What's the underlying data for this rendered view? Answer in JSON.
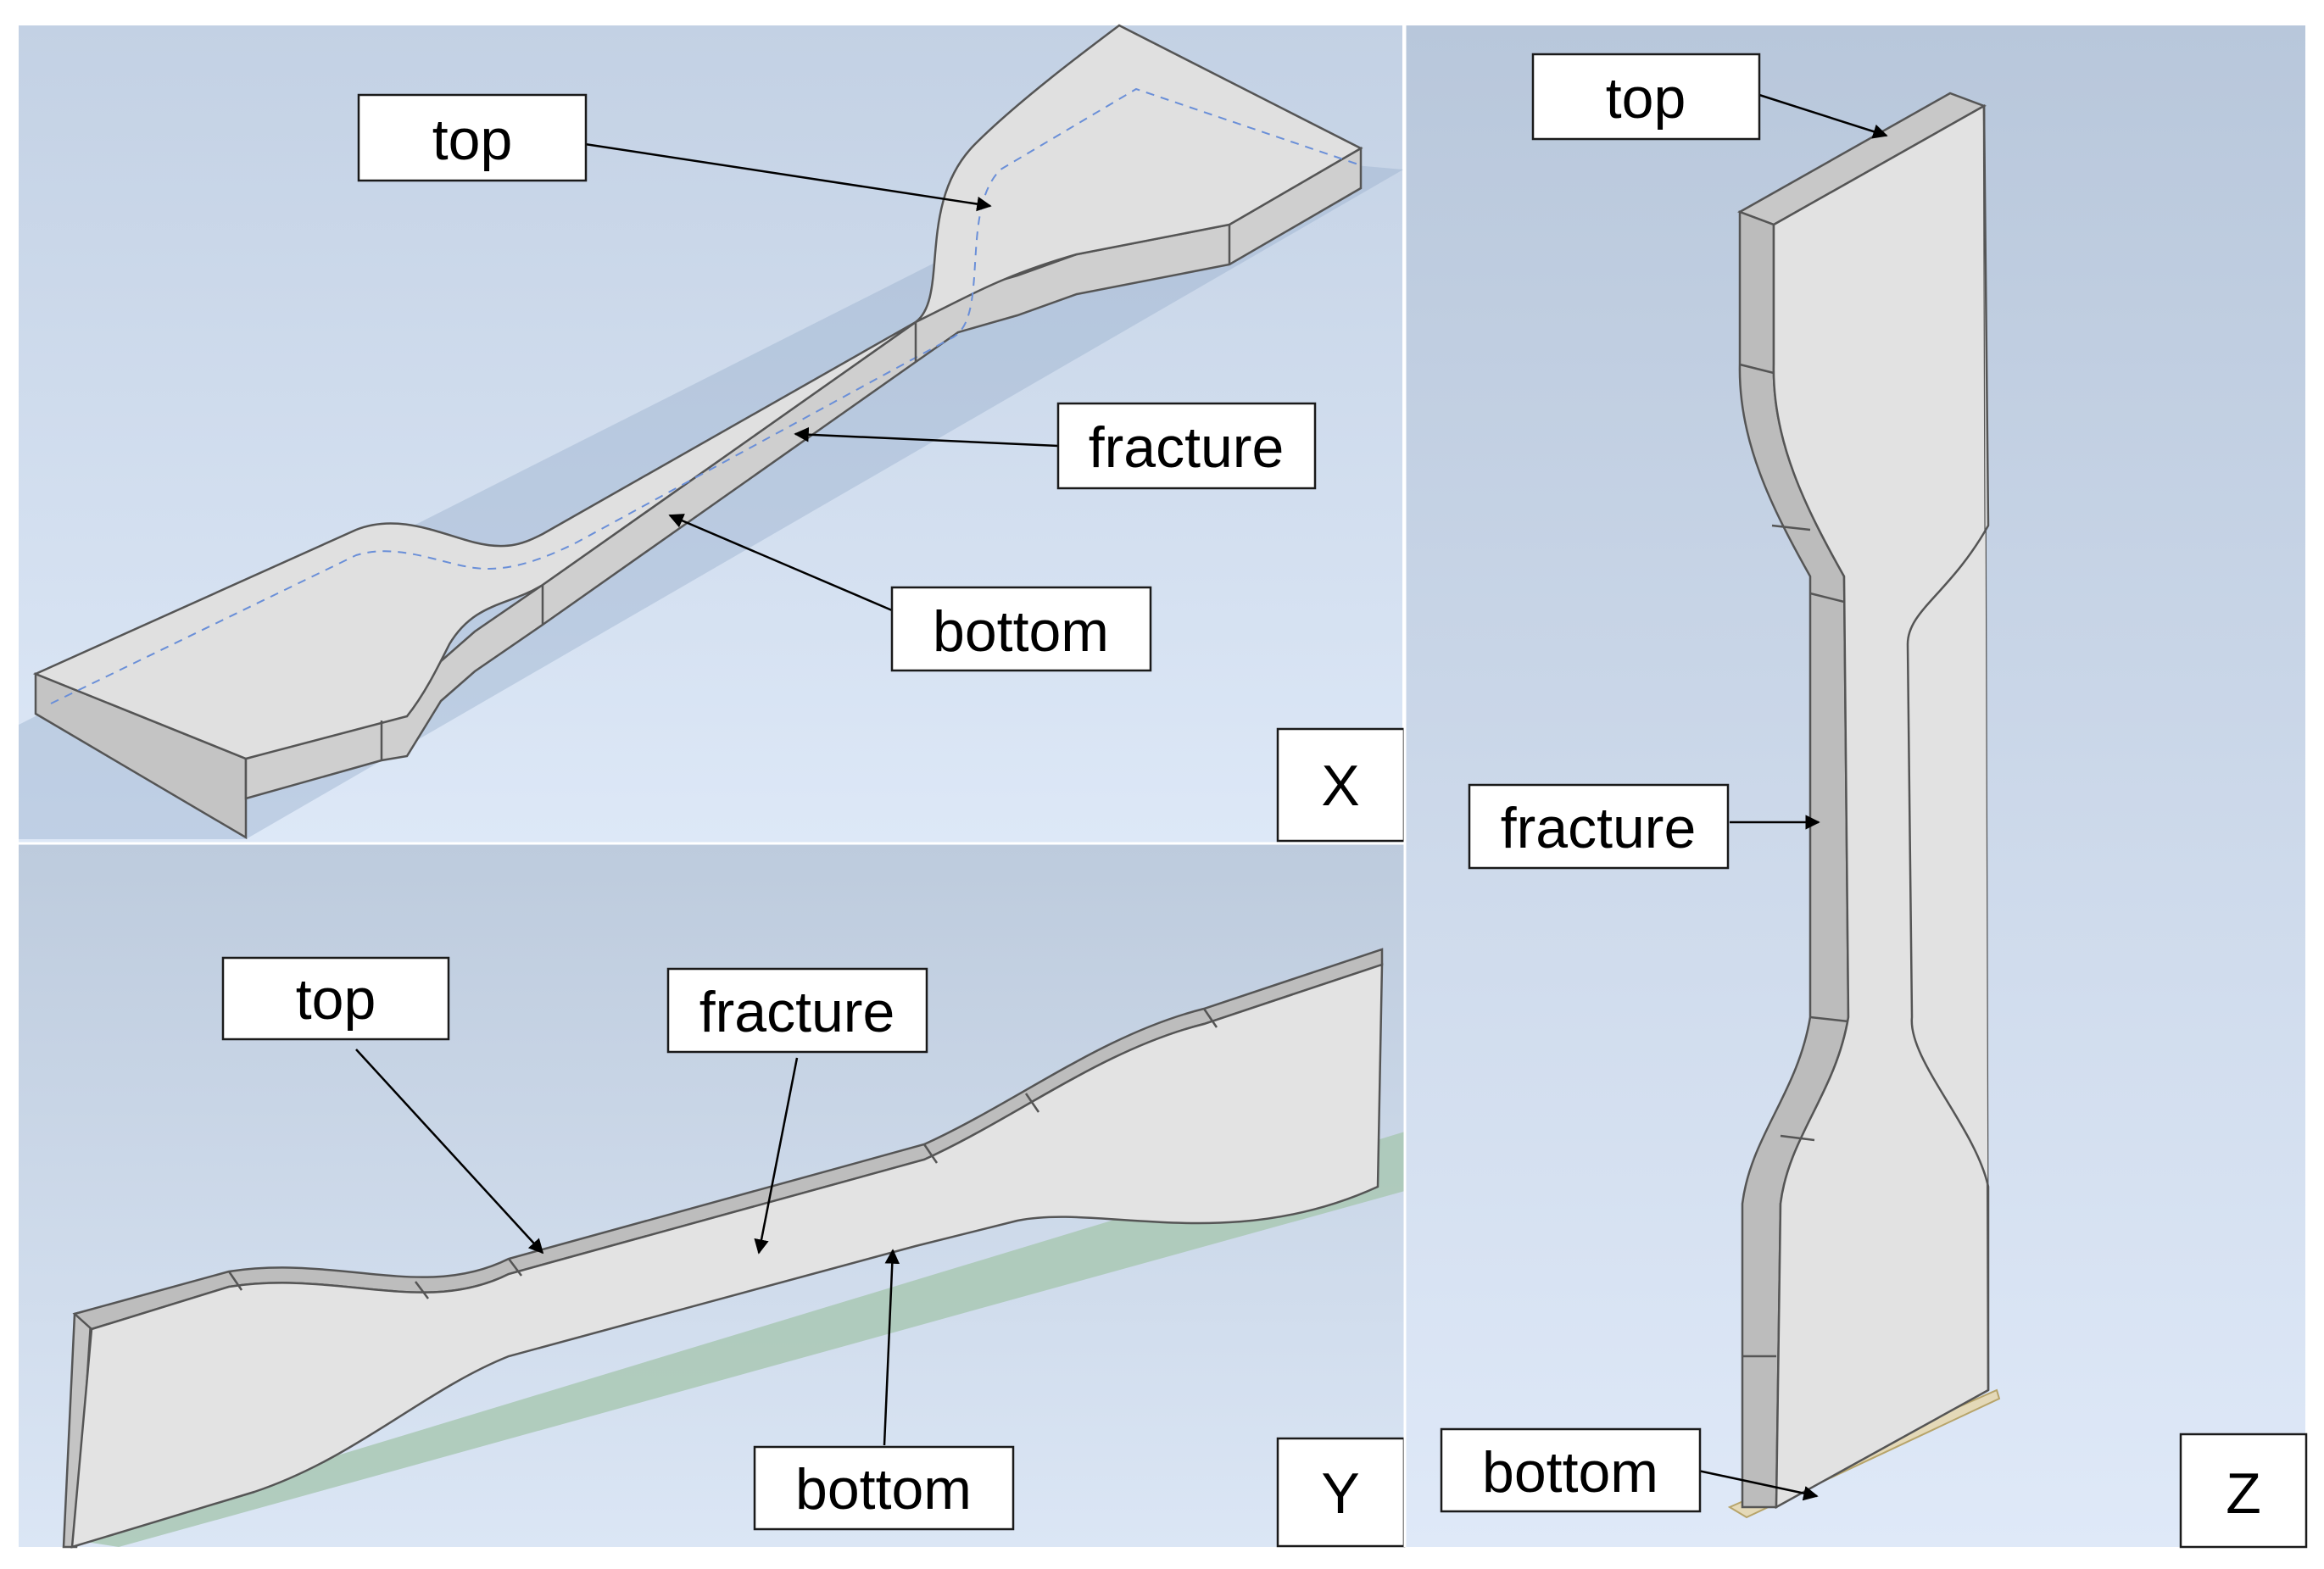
{
  "panels": {
    "x": {
      "name": "X",
      "callouts": {
        "top": "top",
        "fracture": "fracture",
        "bottom": "bottom"
      }
    },
    "y": {
      "name": "Y",
      "callouts": {
        "top": "top",
        "fracture": "fracture",
        "bottom": "bottom"
      }
    },
    "z": {
      "name": "Z",
      "callouts": {
        "top": "top",
        "fracture": "fracture",
        "bottom": "bottom"
      }
    }
  },
  "colors": {
    "viewport_light": "#dbe6f6",
    "viewport_dark": "#b6c6da",
    "part_face": "#e2e2e2",
    "part_side": "#bdbdbd",
    "part_edge": "#555555",
    "build_plate_x": "#9bb0cc",
    "build_plate_y": "#a9c8b4",
    "sketch_line": "#6a8fd8",
    "label_box": "#ffffff",
    "label_border": "#1a1a1a"
  }
}
